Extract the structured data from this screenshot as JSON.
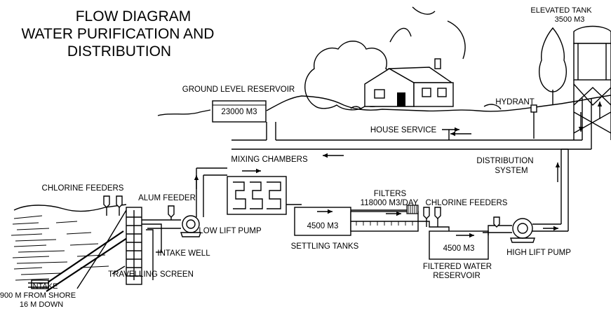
{
  "title": {
    "line1": "FLOW DIAGRAM",
    "line2": "WATER PURIFICATION AND",
    "line3": "DISTRIBUTION"
  },
  "labels": {
    "elevated_tank": "ELEVATED TANK",
    "elevated_tank_capacity": "3500 M3",
    "ground_level_reservoir": "GROUND LEVEL RESERVOIR",
    "reservoir_capacity": "23000 M3",
    "hydrant": "HYDRANT",
    "house_service": "HOUSE SERVICE",
    "distribution_system_1": "DISTRIBUTION",
    "distribution_system_2": "SYSTEM",
    "mixing_chambers": "MIXING CHAMBERS",
    "filters": "FILTERS",
    "filters_capacity": "118000 M3/DAY",
    "chlorine_feeders_left": "CHLORINE FEEDERS",
    "chlorine_feeders_right": "CHLORINE FEEDERS",
    "alum_feeder": "ALUM FEEDER",
    "low_lift_pump": "LOW LIFT PUMP",
    "settling_tank_capacity": "4500 M3",
    "settling_tanks": "SETTLING TANKS",
    "intake_well": "INTAKE WELL",
    "travelling_screen": "TRAVELLING SCREEN",
    "intake": "INTAKE",
    "intake_distance": "900 M FROM SHORE",
    "intake_depth": "16 M DOWN",
    "filtered_reservoir_capacity": "4500 M3",
    "filtered_water_1": "FILTERED WATER",
    "filtered_water_2": "RESERVOIR",
    "high_lift_pump": "HIGH LIFT PUMP"
  }
}
